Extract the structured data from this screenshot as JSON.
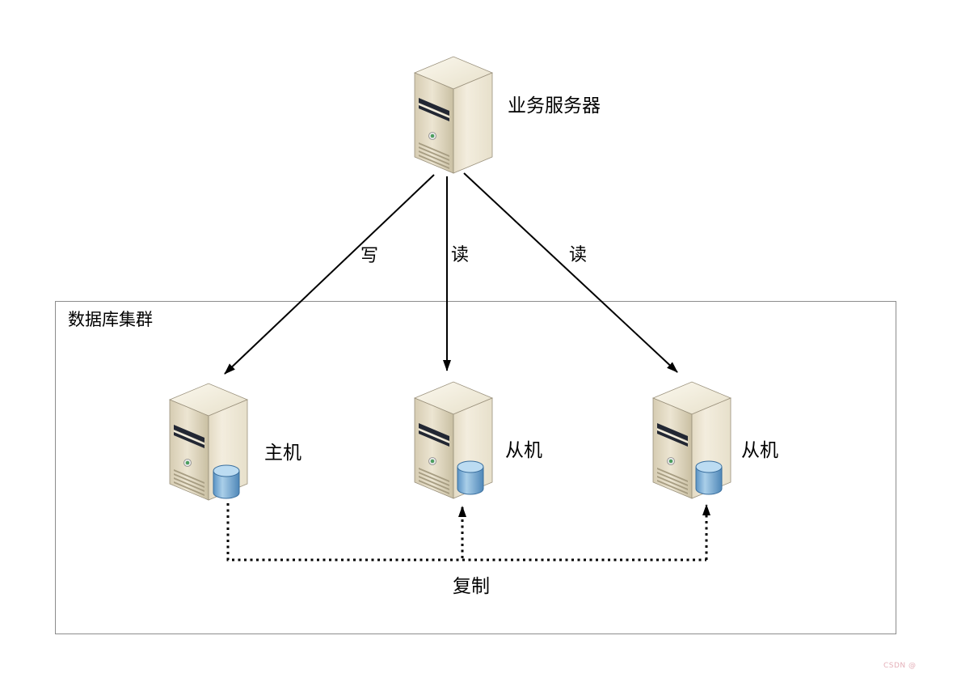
{
  "diagram": {
    "business_server": {
      "label": "业务服务器"
    },
    "cluster": {
      "label": "数据库集群"
    },
    "edges": {
      "write": "写",
      "read_left": "读",
      "read_right": "读",
      "replication": "复制"
    },
    "nodes": {
      "master": {
        "label": "主机"
      },
      "slave1": {
        "label": "从机"
      },
      "slave2": {
        "label": "从机"
      }
    },
    "colors": {
      "arrow": "#000000",
      "server_front": "#e9e1cd",
      "server_side": "#f2ecdc",
      "db_cylinder": "#6fa8d6",
      "box_border": "#8c8c8c"
    },
    "watermark": "CSDN @"
  }
}
